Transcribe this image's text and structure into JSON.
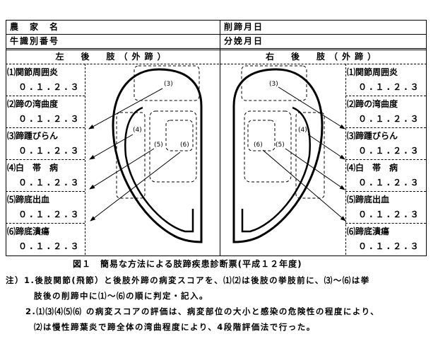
{
  "form": {
    "farmer_name_label": "農　家　名",
    "cow_id_label": "牛識別番号",
    "trim_date_label": "削蹄月日",
    "calving_date_label": "分娩月日",
    "left_header": "左　後　肢（外蹄）",
    "right_header": "右　後　肢（外蹄）"
  },
  "items": [
    {
      "label": "⑴関節周囲炎",
      "score": "０.１.２.３"
    },
    {
      "label": "⑵蹄の湾曲度",
      "score": "０.１.２.３"
    },
    {
      "label": "⑶蹄踵びらん",
      "score": "０.１.２.３"
    },
    {
      "label": "⑷白　帯　病",
      "score": "０.１.２.３"
    },
    {
      "label": "⑸蹄底出血",
      "score": "０.１.２.３"
    },
    {
      "label": "⑹蹄底潰瘍",
      "score": "０.１.２.３"
    }
  ],
  "diagram_labels": {
    "l3": "(3)",
    "l4": "(4)",
    "l5": "(5)",
    "l6": "(6)"
  },
  "caption": "図１　簡易な方法による肢蹄疾患診断票(平成１２年度)",
  "notes": [
    "注）1.後肢関節(飛節）と後肢外蹄の病変スコアを、⑴⑵は後肢の挙肢前に、⑶～⑹は挙",
    "肢後の削蹄中に⑴～⑹の順に判定・記入。",
    "2.⑴⑶⑷⑸⑹ の病変スコアの評価は、病変部位の大小と感染の危険性の程度により、",
    "⑵は慢性蹄葉炎で蹄全体の湾曲程度により、4段階評価法で行った。"
  ]
}
